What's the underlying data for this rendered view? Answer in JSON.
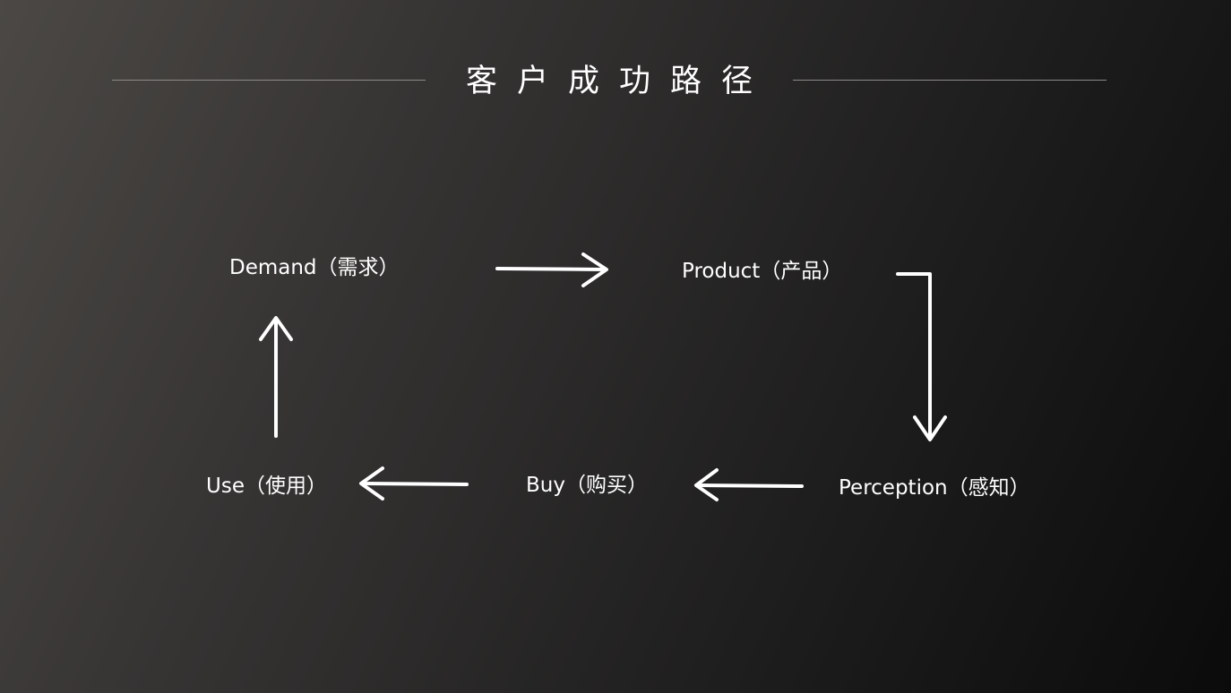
{
  "slide": {
    "title": "客户成功路径",
    "background_colors": [
      "#4b4845",
      "#0b0b0b"
    ],
    "text_color": "#ffffff"
  },
  "nodes": [
    {
      "id": "demand",
      "label": "Demand（需求）"
    },
    {
      "id": "product",
      "label": "Product（产品）"
    },
    {
      "id": "perception",
      "label": "Perception（感知）"
    },
    {
      "id": "buy",
      "label": "Buy（购买）"
    },
    {
      "id": "use",
      "label": "Use（使用）"
    }
  ],
  "edges": [
    {
      "from": "demand",
      "to": "product"
    },
    {
      "from": "product",
      "to": "perception"
    },
    {
      "from": "perception",
      "to": "buy"
    },
    {
      "from": "buy",
      "to": "use"
    },
    {
      "from": "use",
      "to": "demand"
    }
  ]
}
